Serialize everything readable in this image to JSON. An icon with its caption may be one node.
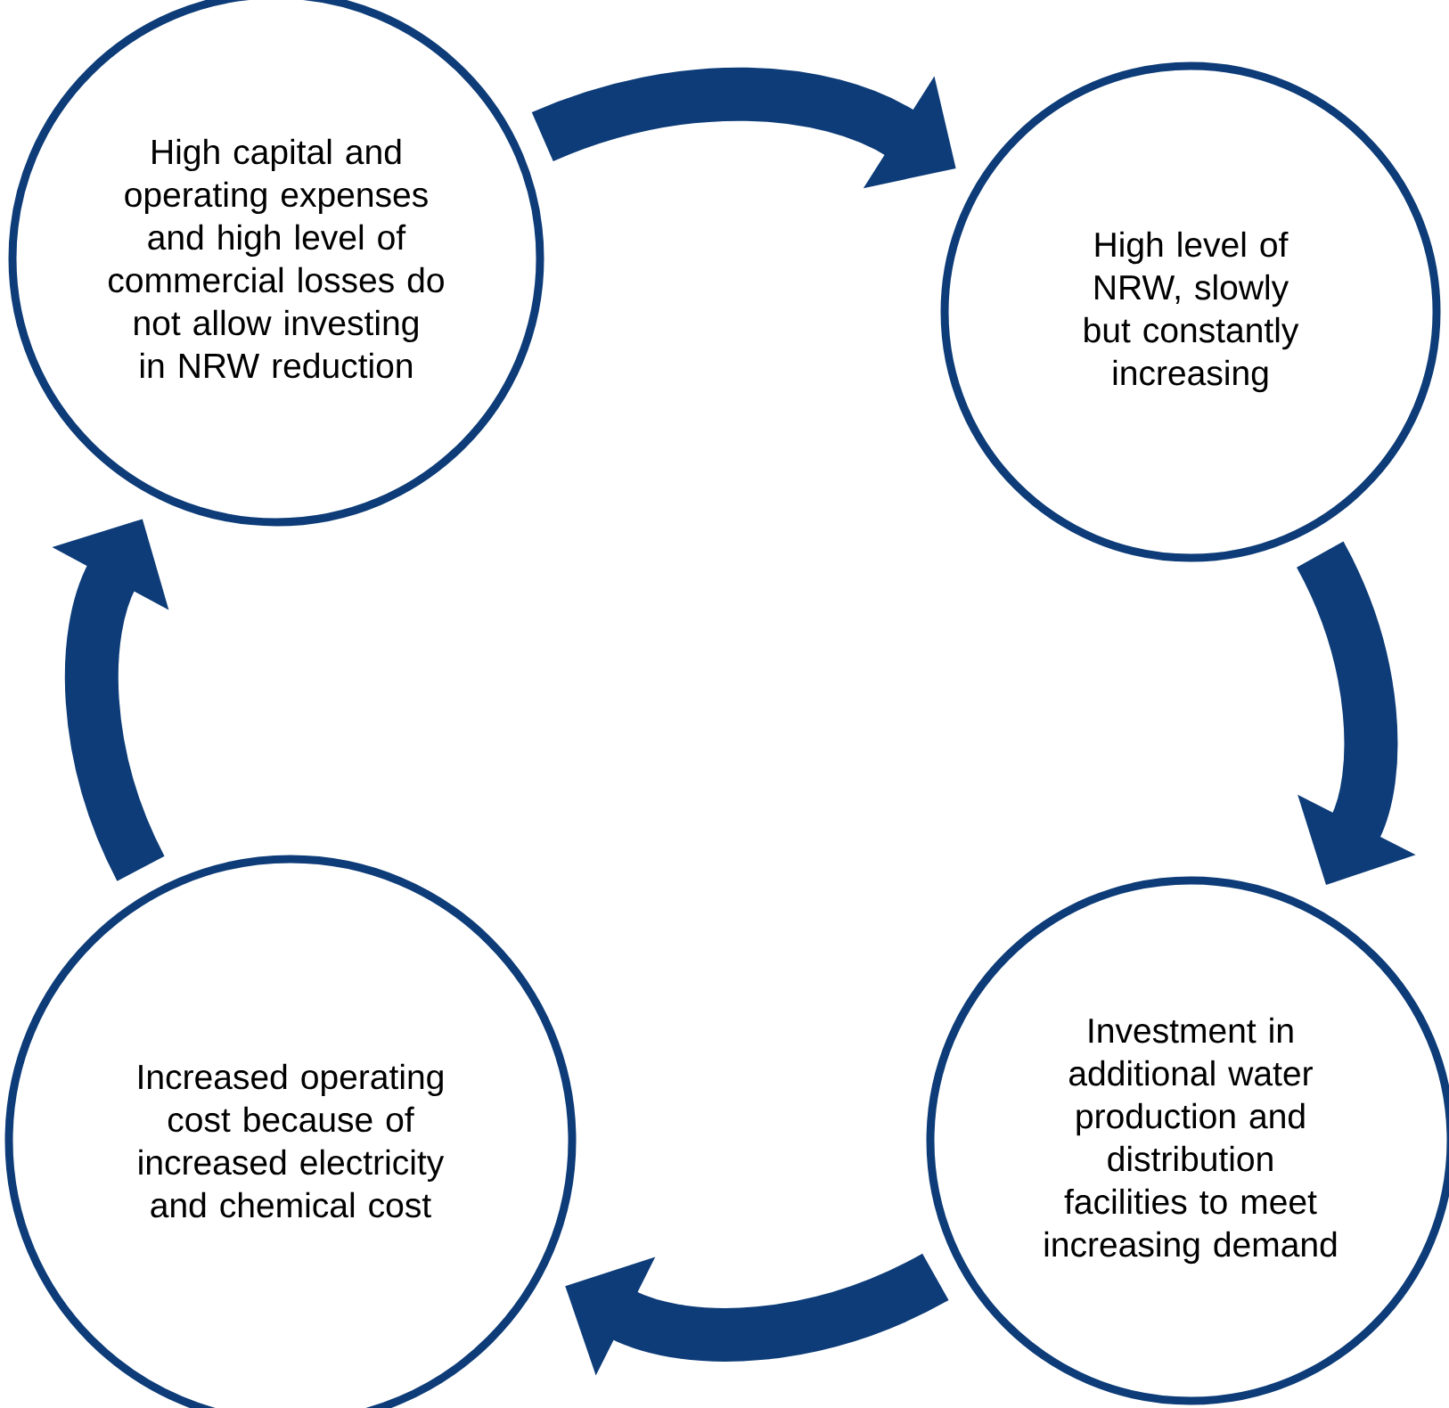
{
  "diagram": {
    "nodes": [
      {
        "text": [
          "High capital and operating expenses and high level of commercial losses do not allow investing in NRW reduction"
        ]
      },
      {
        "text": [
          "High level of NRW, slowly but constantly increasing"
        ]
      },
      {
        "text": [
          "Investment in additional water production and distribution facilities to meet increasing demand"
        ]
      },
      {
        "text": [
          "Increased operating cost because of increased electricity and chemical cost"
        ]
      }
    ],
    "edges": [
      {
        "from": 0,
        "to": 1,
        "arrow": "to"
      },
      {
        "from": 1,
        "to": 2,
        "arrow": "to"
      },
      {
        "from": 2,
        "to": 3,
        "arrow": "to"
      },
      {
        "from": 3,
        "to": 0,
        "arrow": "to"
      }
    ]
  }
}
